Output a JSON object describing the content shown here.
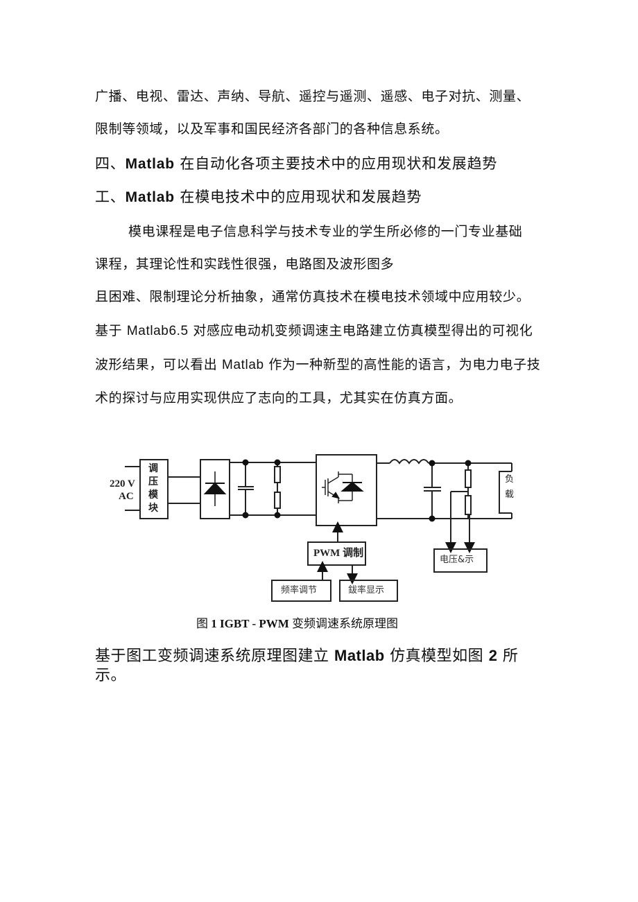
{
  "document": {
    "paragraph_1": {
      "line_1": "广播、电视、雷达、声纳、导航、遥控与遥测、遥感、电子对抗、测量、",
      "line_2": "限制等领域，以及军事和国民经济各部门的各种信息系统。"
    },
    "heading_4": {
      "prefix": "四、",
      "keyword": "Matlab",
      "suffix": " 在自动化各项主要技术中的应用现状和发展趋势"
    },
    "heading_sub": {
      "prefix": "工、",
      "keyword": "Matlab",
      "suffix": " 在模电技术中的应用现状和发展趋势"
    },
    "paragraph_2": {
      "line_1": "模电课程是电子信息科学与技术专业的学生所必修的一门专业基础",
      "line_2": "课程，其理论性和实践性很强，电路图及波形图多",
      "line_3": "且困难、限制理论分析抽象，通常仿真技术在模电技术领域中应用较少。",
      "line_4_prefix": "基于 ",
      "line_4_keyword": "Matlab6.5",
      "line_4_suffix": " 对感应电动机变频调速主电路建立仿真模型得出的可视化",
      "line_5_prefix": "波形结果，可以看出 ",
      "line_5_keyword": "Matlab",
      "line_5_suffix": " 作为一种新型的高性能的语言，为电力电子技",
      "line_6": "术的探讨与应用实现供应了志向的工具，尤其实在仿真方面。"
    },
    "figure_1": {
      "input_label_voltage": "220 V",
      "input_label_type": "AC",
      "voltage_module_chars": [
        "调",
        "压",
        "模",
        "块"
      ],
      "load_chars": [
        "负",
        "载"
      ],
      "pwm_label": "PWM 调制",
      "freq_adjust_label": "频率调节",
      "freq_display_label": "鈸率显示",
      "voltage_display_label": "电压&示",
      "caption_prefix": "图 ",
      "caption_bold": "1 IGBT - PWM",
      "caption_suffix": " 变频调速系统原理图"
    },
    "paragraph_3": {
      "line_1_prefix": "基于图工变频调速系统原理图建立 ",
      "line_1_keyword": "Matlab",
      "line_1_mid": " 仿真模型如图 ",
      "line_1_num": "2",
      "line_1_suffix": " 所",
      "line_2": "示。"
    }
  }
}
